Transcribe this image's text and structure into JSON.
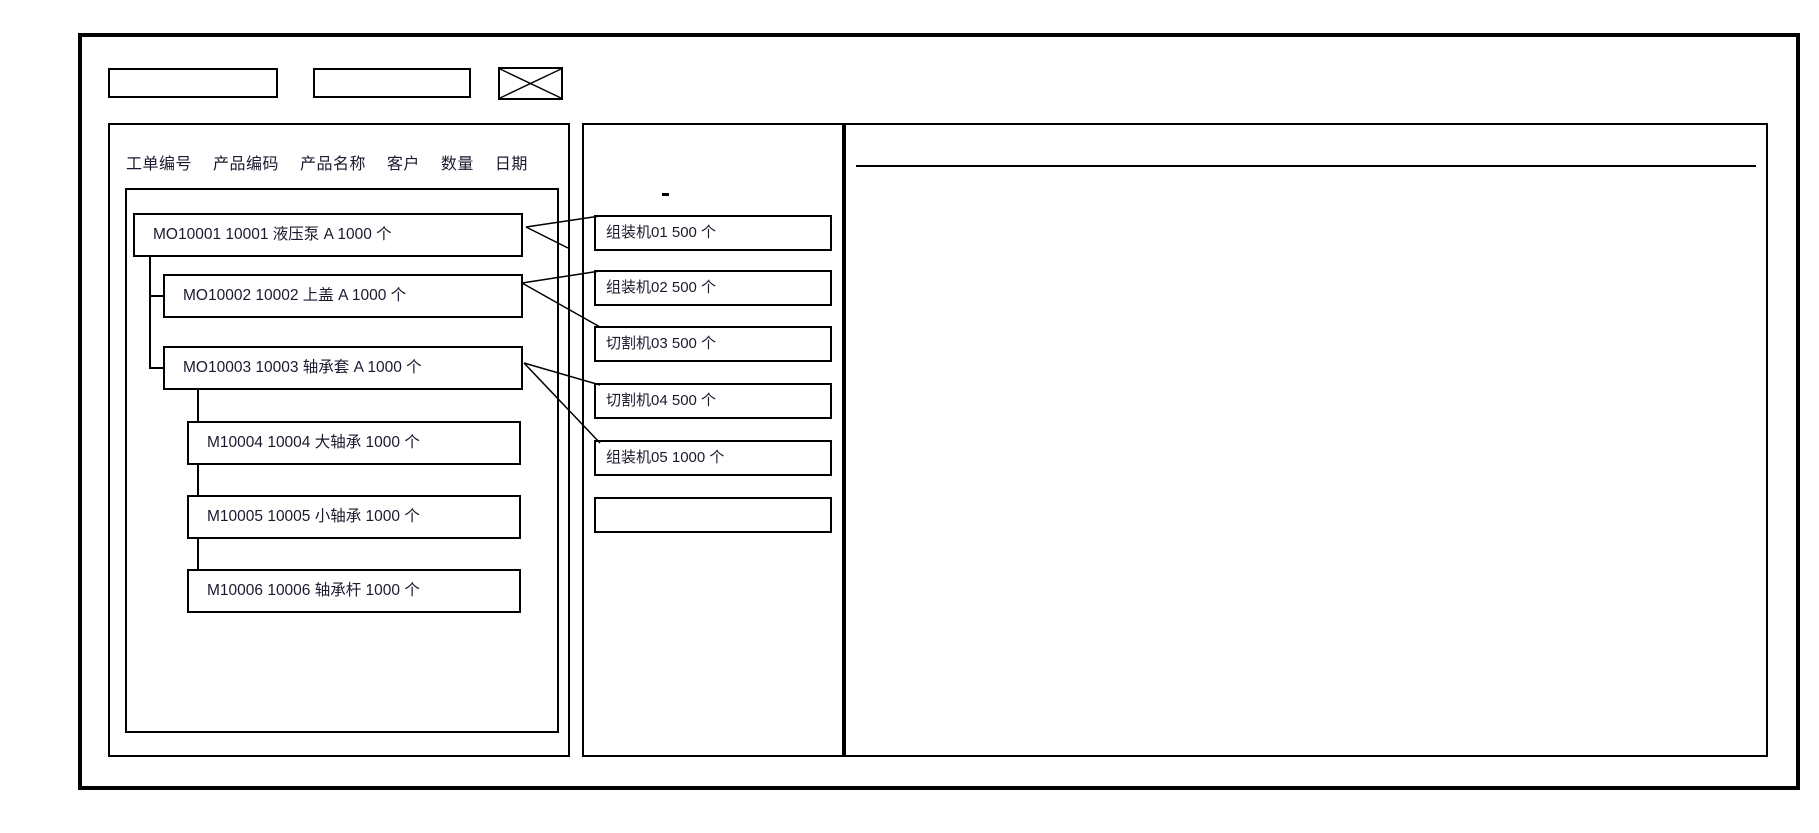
{
  "window": {
    "title": ""
  },
  "toolbar": {
    "field1_value": "",
    "field1_placeholder": "",
    "field2_value": "",
    "field2_placeholder": "",
    "image_icon": "crossed-box-image-placeholder-icon"
  },
  "left_panel": {
    "name": "work-order-tree-panel",
    "columns": [
      "工单编号",
      "产品编码",
      "产品名称",
      "客户",
      "数量",
      "日期"
    ],
    "nodes": [
      {
        "level": 0,
        "order_no": "MO10001",
        "product_code": "10001",
        "product_name": "液压泵",
        "customer": "A",
        "quantity": "1000",
        "unit": "个",
        "text": "MO10001    10001   液压泵    A     1000  个"
      },
      {
        "level": 1,
        "order_no": "MO10002",
        "product_code": "10002",
        "product_name": "上盖",
        "customer": "A",
        "quantity": "1000",
        "unit": "个",
        "text": "MO10002  10002   上盖   A    1000   个"
      },
      {
        "level": 1,
        "order_no": "MO10003",
        "product_code": "10003",
        "product_name": "轴承套",
        "customer": "A",
        "quantity": "1000",
        "unit": "个",
        "text": "MO10003  10003   轴承套 A    1000   个"
      },
      {
        "level": 2,
        "order_no": "M10004",
        "product_code": "10004",
        "product_name": "大轴承",
        "customer": "",
        "quantity": "1000",
        "unit": "个",
        "text": "M10004 10004  大轴承  1000   个"
      },
      {
        "level": 2,
        "order_no": "M10005",
        "product_code": "10005",
        "product_name": "小轴承",
        "customer": "",
        "quantity": "1000",
        "unit": "个",
        "text": "M10005  10005  小轴承  1000   个"
      },
      {
        "level": 2,
        "order_no": "M10006",
        "product_code": "10006",
        "product_name": "轴承杆",
        "customer": "",
        "quantity": "1000",
        "unit": "个",
        "text": "M10006  10006  轴承杆  1000   个"
      }
    ]
  },
  "middle_panel": {
    "name": "operation-list-panel",
    "cards": [
      {
        "machine": "组装机01",
        "quantity": "500",
        "unit": "个",
        "text": "组装机01    500  个"
      },
      {
        "machine": "组装机02",
        "quantity": "500",
        "unit": "个",
        "text": "组装机02    500  个"
      },
      {
        "machine": "切割机03",
        "quantity": "500",
        "unit": "个",
        "text": "切割机03    500  个"
      },
      {
        "machine": "切割机04",
        "quantity": "500",
        "unit": "个",
        "text": "切割机04   500  个"
      },
      {
        "machine": "组装机05",
        "quantity": "1000",
        "unit": "个",
        "text": "组装机05   1000 个"
      },
      {
        "machine": "",
        "quantity": "",
        "unit": "",
        "text": ""
      }
    ]
  },
  "right_panel": {
    "name": "detail-grid-panel",
    "header_text": "",
    "body_text": ""
  },
  "colors": {
    "stroke": "#000000",
    "background": "#ffffff",
    "text": "#1a1a2e"
  }
}
